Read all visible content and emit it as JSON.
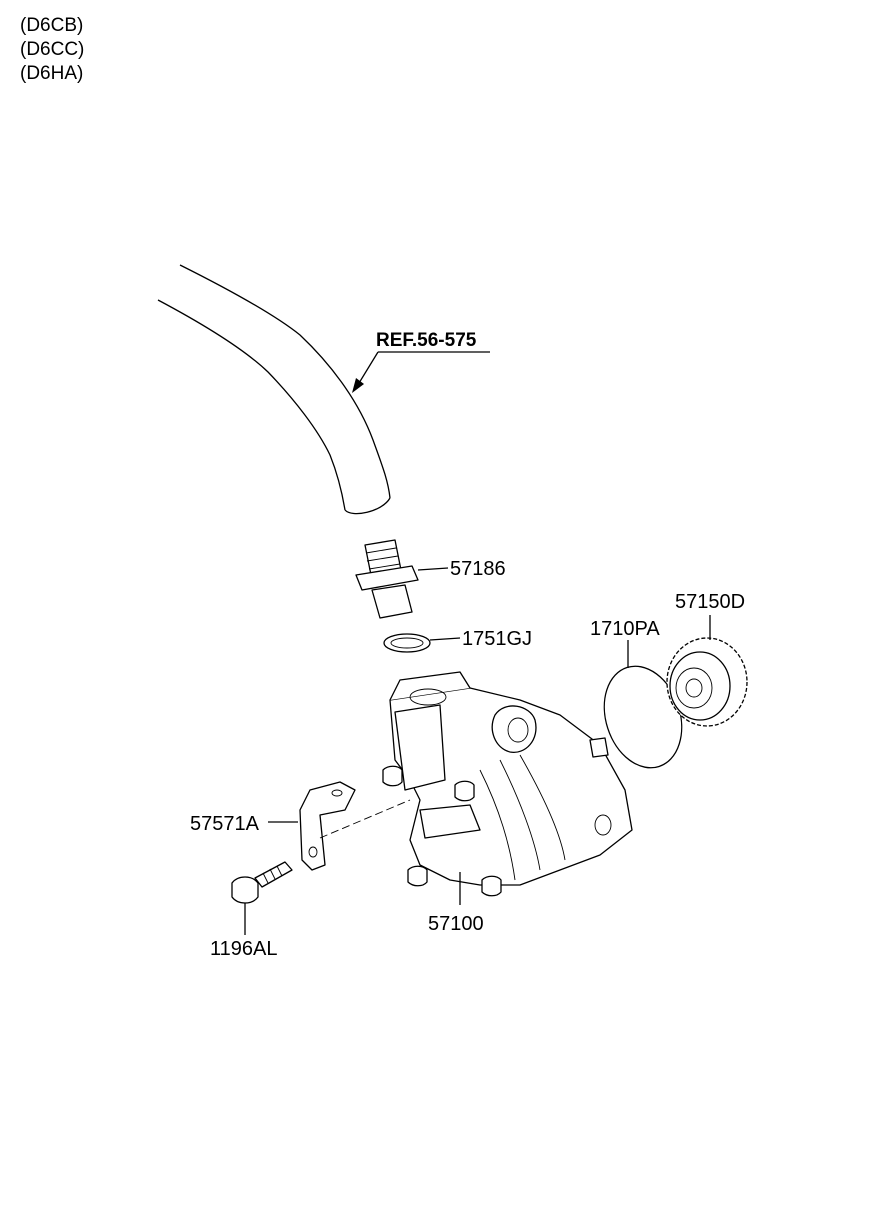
{
  "variants": [
    "(D6CB)",
    "(D6CC)",
    "(D6HA)"
  ],
  "reference": "REF.56-575",
  "parts": {
    "fitting": "57186",
    "gasket": "1751GJ",
    "oring": "1710PA",
    "gear": "57150D",
    "bracket": "57571A",
    "bolt": "1196AL",
    "pump": "57100"
  }
}
